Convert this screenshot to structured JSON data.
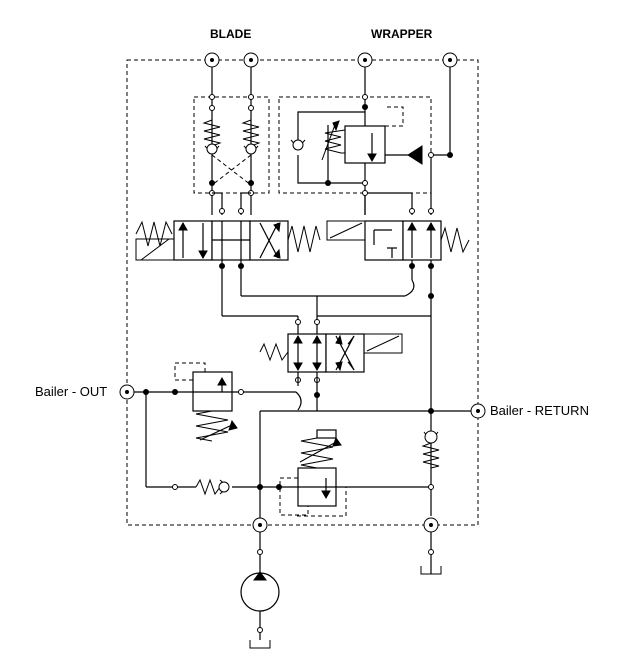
{
  "labels": {
    "blade": "BLADE",
    "wrapper": "WRAPPER",
    "bailer_out": "Bailer - OUT",
    "bailer_return": "Bailer - RETURN"
  }
}
